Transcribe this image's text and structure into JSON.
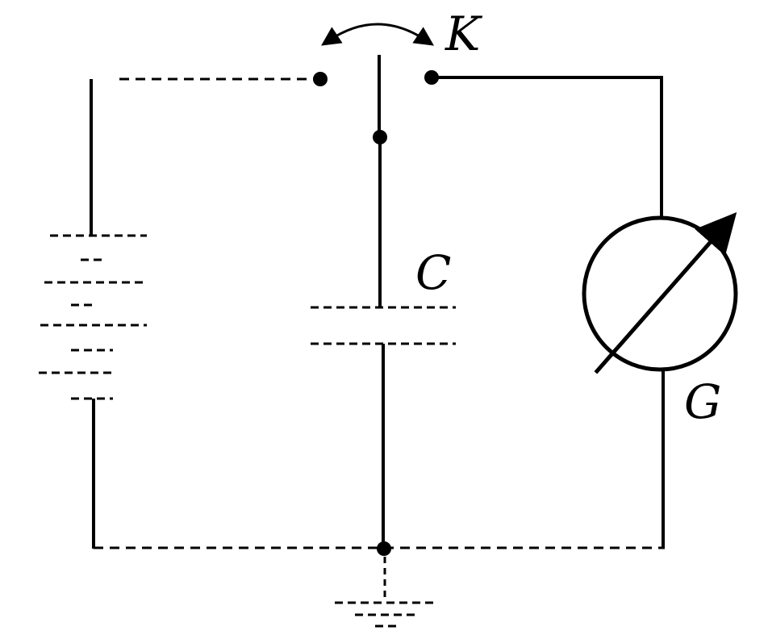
{
  "labels": {
    "switch": "K",
    "capacitor": "C",
    "galvanometer": "G"
  },
  "colors": {
    "ink": "#000000",
    "background": "#ffffff"
  },
  "icons": {
    "switch": "two-way-switch-icon",
    "battery": "battery-icon",
    "capacitor": "capacitor-icon",
    "galvanometer": "galvanometer-icon",
    "ground": "ground-icon"
  }
}
